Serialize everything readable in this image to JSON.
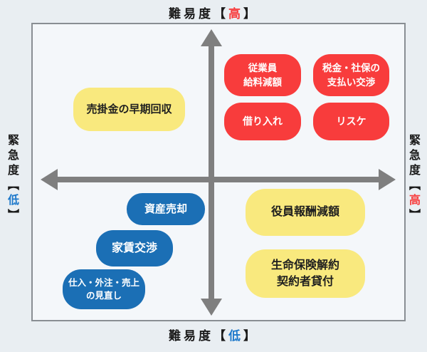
{
  "diagram": {
    "type": "2x2-priority-matrix",
    "x_axis": "緊急度 (urgency): low left → high right",
    "y_axis": "難易度 (difficulty): low bottom → high top"
  },
  "colors": {
    "page_bg": "#E9EEF2",
    "panel_bg": "#F4F7FA",
    "panel_border": "#898E93",
    "axis_gray": "#7F7F7F",
    "item_red": "#F83C3C",
    "item_yellow": "#F9E97E",
    "item_blue": "#1B6FB5",
    "label_high_red": "#F83C3C",
    "label_low_blue": "#1E79CB"
  },
  "axes": {
    "top": {
      "prefix": "難易度",
      "open": "【",
      "value": "高",
      "close": "】"
    },
    "bottom": {
      "prefix": "難易度",
      "open": "【",
      "value": "低",
      "close": "】"
    },
    "left": {
      "prefix": "緊急度",
      "open": "【",
      "value": "低",
      "close": "】"
    },
    "right": {
      "prefix": "緊急度",
      "open": "【",
      "value": "高",
      "close": "】"
    }
  },
  "items": [
    {
      "label": "売掛金の早期回収",
      "color": "#F9E97E",
      "text_color": "#1F1F1F",
      "quadrant": "difficulty-high urgency-low"
    },
    {
      "label": "従業員\n給料減額",
      "color": "#F83C3C",
      "text_color": "#FFFFFF",
      "quadrant": "difficulty-high urgency-high"
    },
    {
      "label": "税金・社保の\n支払い交渉",
      "color": "#F83C3C",
      "text_color": "#FFFFFF",
      "quadrant": "difficulty-high urgency-high"
    },
    {
      "label": "借り入れ",
      "color": "#F83C3C",
      "text_color": "#FFFFFF",
      "quadrant": "difficulty-high urgency-high"
    },
    {
      "label": "リスケ",
      "color": "#F83C3C",
      "text_color": "#FFFFFF",
      "quadrant": "difficulty-high urgency-high"
    },
    {
      "label": "資産売却",
      "color": "#1B6FB5",
      "text_color": "#FFFFFF",
      "quadrant": "difficulty-low urgency-low"
    },
    {
      "label": "家賃交渉",
      "color": "#1B6FB5",
      "text_color": "#FFFFFF",
      "quadrant": "difficulty-low urgency-low"
    },
    {
      "label": "仕入・外注・売上\nの見直し",
      "color": "#1B6FB5",
      "text_color": "#FFFFFF",
      "quadrant": "difficulty-low urgency-low"
    },
    {
      "label": "役員報酬減額",
      "color": "#F9E97E",
      "text_color": "#1F1F1F",
      "quadrant": "difficulty-low urgency-high"
    },
    {
      "label": "生命保険解約\n契約者貸付",
      "color": "#F9E97E",
      "text_color": "#1F1F1F",
      "quadrant": "difficulty-low urgency-high"
    }
  ]
}
